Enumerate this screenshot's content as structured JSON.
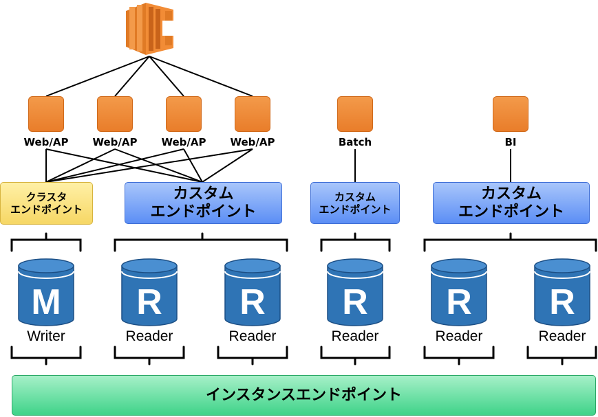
{
  "app_nodes": [
    {
      "label": "Web/AP"
    },
    {
      "label": "Web/AP"
    },
    {
      "label": "Web/AP"
    },
    {
      "label": "Web/AP"
    },
    {
      "label": "Batch"
    },
    {
      "label": "BI"
    }
  ],
  "endpoints": {
    "cluster": {
      "line1": "クラスタ",
      "line2": "エンドポイント"
    },
    "custom1": {
      "line1": "カスタム",
      "line2": "エンドポイント"
    },
    "custom2": {
      "line1": "カスタム",
      "line2": "エンドポイント"
    },
    "custom3": {
      "line1": "カスタム",
      "line2": "エンドポイント"
    },
    "instance": {
      "label": "インスタンスエンドポイント"
    }
  },
  "instances": [
    {
      "letter": "M",
      "role": "Writer"
    },
    {
      "letter": "R",
      "role": "Reader"
    },
    {
      "letter": "R",
      "role": "Reader"
    },
    {
      "letter": "R",
      "role": "Reader"
    },
    {
      "letter": "R",
      "role": "Reader"
    },
    {
      "letter": "R",
      "role": "Reader"
    }
  ],
  "colors": {
    "app_orange": "#ef8a35",
    "db_blue": "#2f74b5",
    "cluster_yellow": "#f6d765",
    "custom_blue": "#5b8ef5",
    "instance_green": "#3fd389"
  },
  "icons": {
    "load_balancer": "aws-ec2-load-balancer-icon",
    "app_server": "orange-square-instance-icon",
    "database": "database-cylinder-icon"
  }
}
